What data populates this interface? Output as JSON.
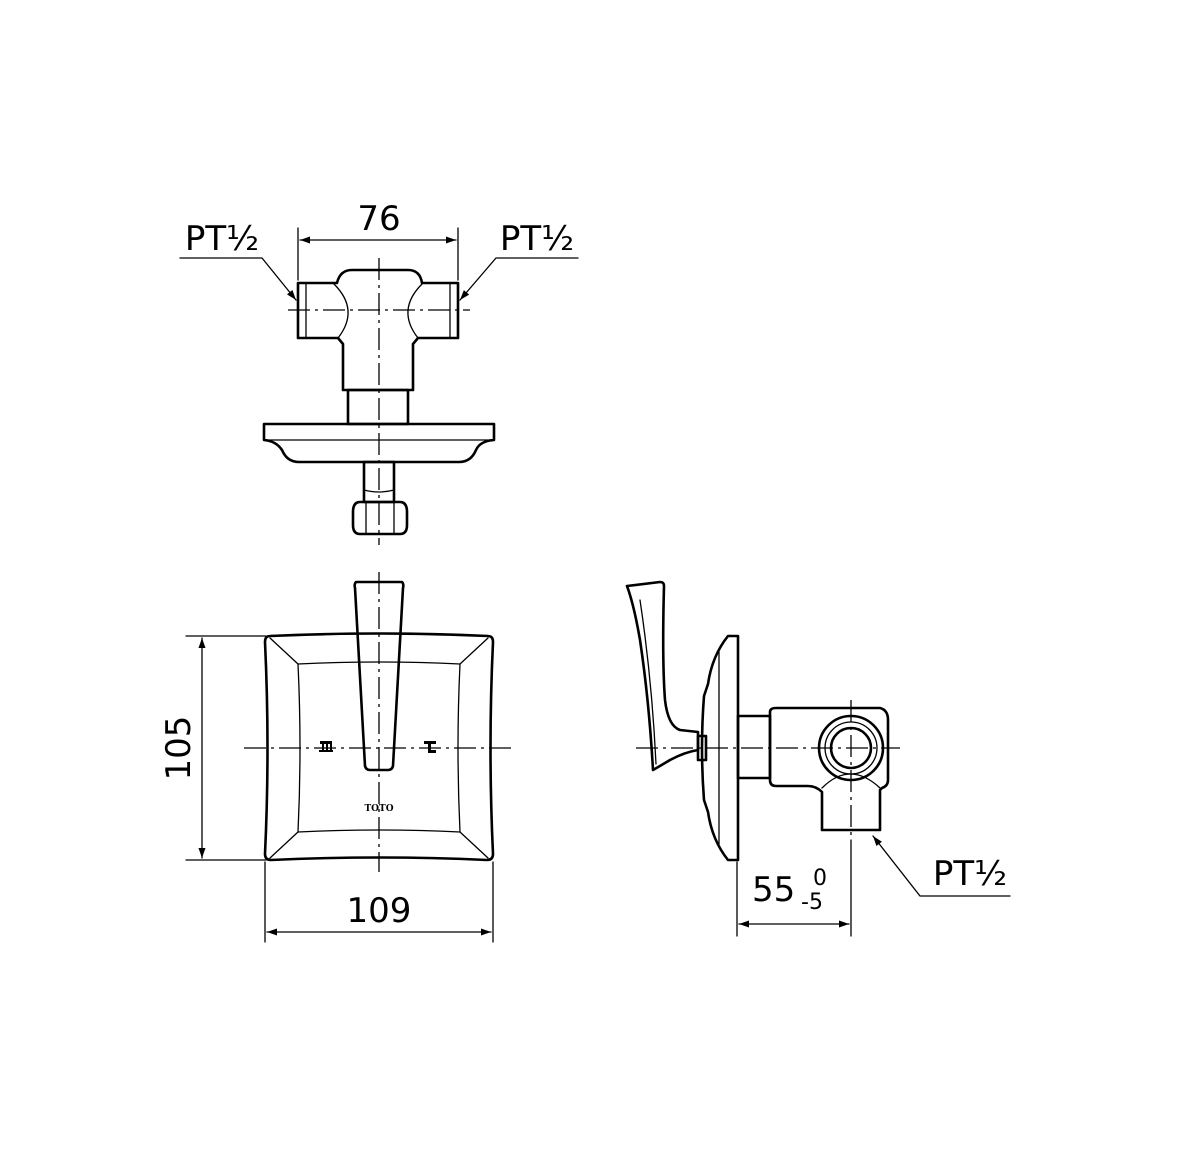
{
  "dimensions": {
    "top_width": "76",
    "thread_top_left": "PT½",
    "thread_top_right": "PT½",
    "front_height": "105",
    "front_width": "109",
    "side_depth": "55",
    "side_tol_upper": "0",
    "side_tol_lower": "-5",
    "thread_side": "PT½"
  },
  "plate_logo": "TOTO",
  "colors": {
    "line": "#000000",
    "background": "#ffffff"
  }
}
